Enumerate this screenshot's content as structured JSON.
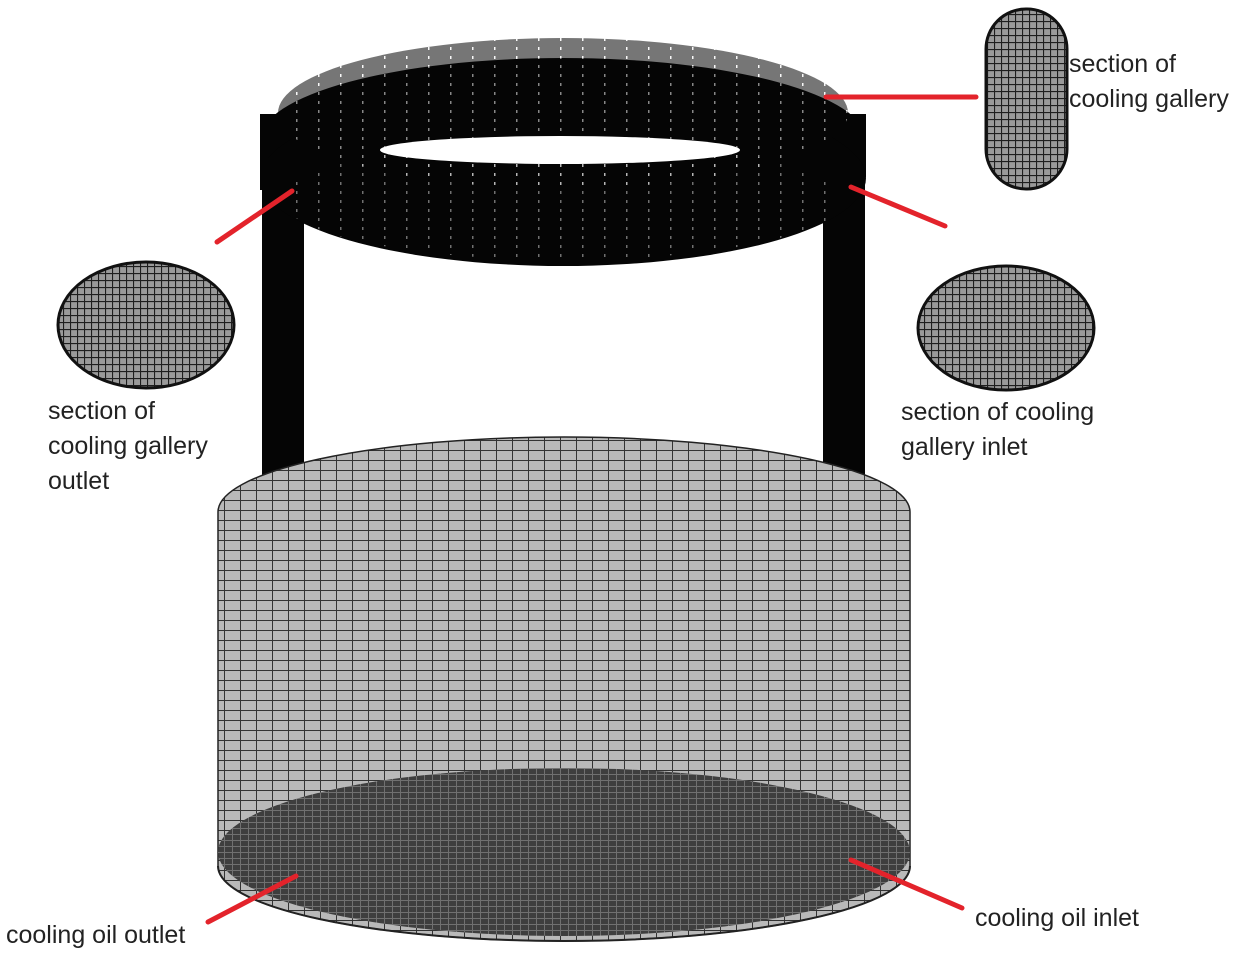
{
  "colors": {
    "leader_line": "#e3232b",
    "gallery_ring": "#050505",
    "mesh_fill": "#b9b9b9",
    "mesh_line": "#333333",
    "cross_section_fill": "#9a9a9a",
    "bottom_face": "#444444"
  },
  "labels": {
    "gallery_section": [
      "section of",
      "cooling gallery"
    ],
    "gallery_outlet": [
      "section of",
      "cooling gallery",
      "outlet"
    ],
    "gallery_inlet": [
      "section of cooling",
      "gallery inlet"
    ],
    "oil_outlet": "cooling oil outlet",
    "oil_inlet": "cooling oil inlet"
  }
}
